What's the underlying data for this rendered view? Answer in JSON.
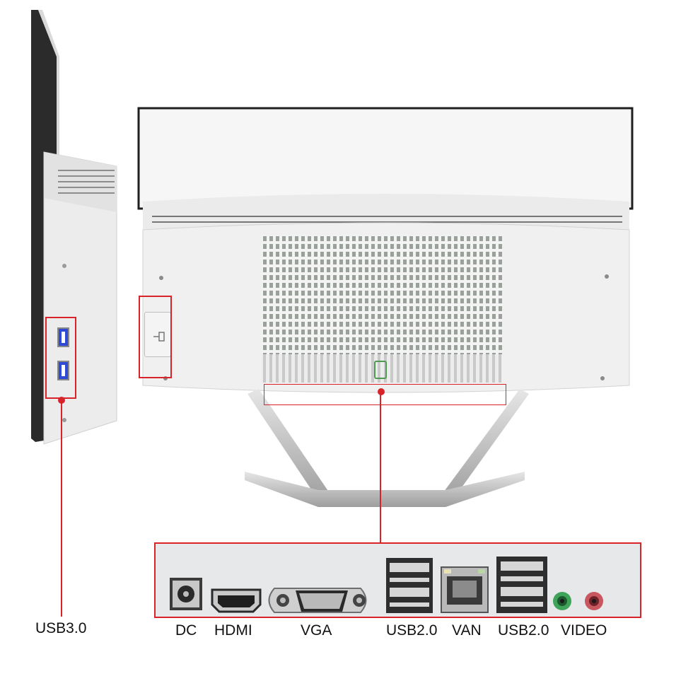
{
  "labels": {
    "usb30": "USB3.0",
    "dc": "DC",
    "hdmi": "HDMI",
    "vga": "VGA",
    "usb20_a": "USB2.0",
    "van": "VAN",
    "usb20_b": "USB2.0",
    "video": "VIDEO"
  },
  "colors": {
    "callout": "#d8232a",
    "usb3_port": "#2f4bd6",
    "panel": "#e7e8e9",
    "audio_green": "#3fa35a",
    "audio_pink": "#c8575f"
  },
  "icons": [
    "usb3-port-icon",
    "side-usb-cover-icon",
    "dc-jack-icon",
    "hdmi-port-icon",
    "vga-port-icon",
    "usb2-port-icon",
    "ethernet-port-icon",
    "audio-jack-icon"
  ]
}
